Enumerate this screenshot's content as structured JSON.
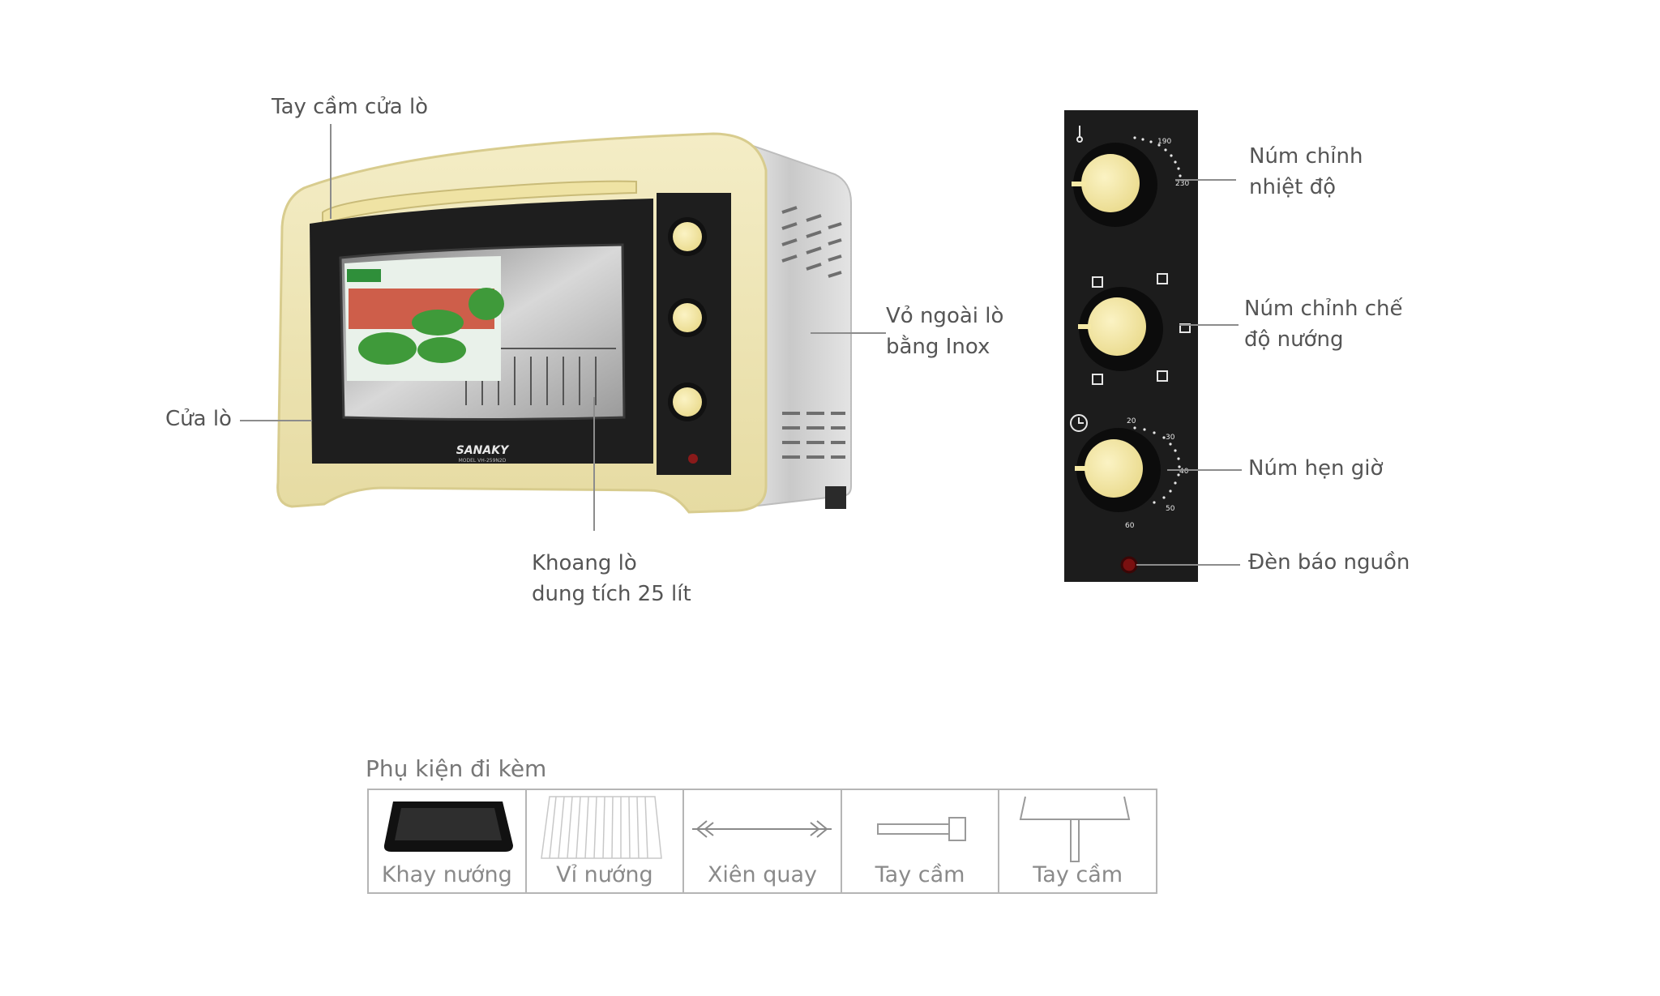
{
  "brand": "SANAKY",
  "brand_model": "MODEL VH-259N2D",
  "oven_labels": {
    "handle": "Tay cầm cửa lò",
    "door": "Cửa lò",
    "cavity_line1": "Khoang lò",
    "cavity_line2": "dung tích 25 lít",
    "shell_line1": "Vỏ ngoài lò",
    "shell_line2": "bằng Inox"
  },
  "panel_labels": {
    "temp_line1": "Núm chỉnh",
    "temp_line2": "nhiệt độ",
    "mode_line1": "Núm chỉnh chế",
    "mode_line2": "độ nướng",
    "timer": "Núm hẹn giờ",
    "power_light": "Đèn báo nguồn"
  },
  "dial_marks": {
    "temp_high": "190",
    "temp_max": "230",
    "timer_20": "20",
    "timer_30": "30",
    "timer_40": "40",
    "timer_50": "50",
    "timer_60": "60"
  },
  "accessories": {
    "title": "Phụ kiện đi kèm",
    "items": [
      {
        "label": "Khay nướng",
        "icon": "baking-tray-icon"
      },
      {
        "label": "Vỉ nướng",
        "icon": "grill-rack-icon"
      },
      {
        "label": "Xiên quay",
        "icon": "rotisserie-spit-icon"
      },
      {
        "label": "Tay cầm",
        "icon": "spit-handle-icon"
      },
      {
        "label": "Tay cầm",
        "icon": "tray-handle-icon"
      }
    ]
  },
  "colors": {
    "oven_frame": "#efe6b4",
    "knob": "#f5e9a6",
    "panel": "#1c1c1c",
    "steel": "#d4d4d4",
    "leader_line": "#8c8c8c",
    "label_text": "#555555"
  }
}
